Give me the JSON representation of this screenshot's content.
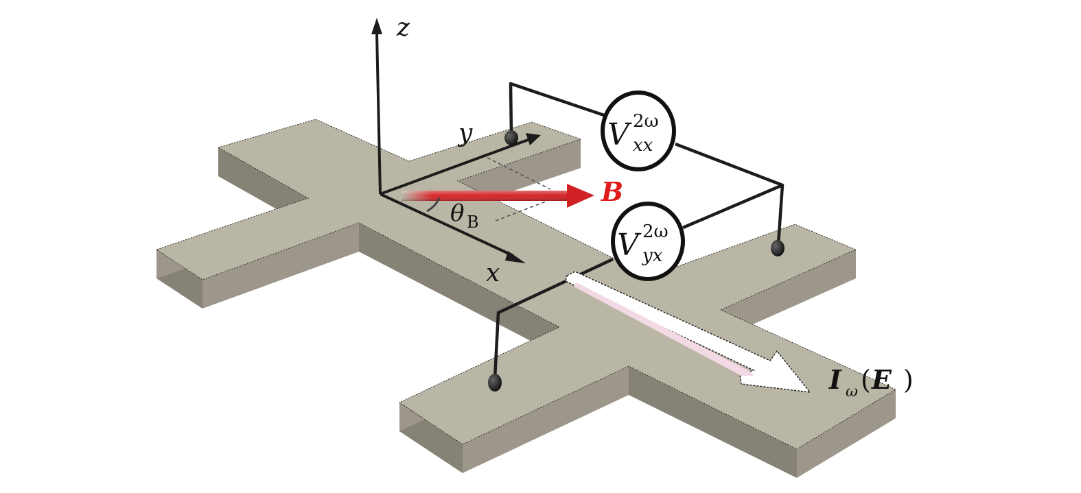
{
  "colors": {
    "device_top": "#bab6a5",
    "device_side_light": "#9c978a",
    "device_side_dark": "#878276",
    "field_arrow": "#d8282b",
    "wire": "#1c1c1c",
    "current_arrow": "#ffffff",
    "current_arrow_shade": "#f3d9e3"
  },
  "labels": {
    "z_axis": "z",
    "y_axis": "y",
    "x_axis": "x",
    "theta": "θ",
    "theta_sub": "B",
    "field": "B",
    "vxx_main": "V",
    "vxx_sup": "2ω",
    "vxx_sub": "xx",
    "vyx_main": "V",
    "vyx_sup": "2ω",
    "vyx_sub": "yx",
    "current_main": "I",
    "current_sub": "ω",
    "current_paren_open": "(",
    "current_field": "E",
    "current_paren_close": ")"
  }
}
